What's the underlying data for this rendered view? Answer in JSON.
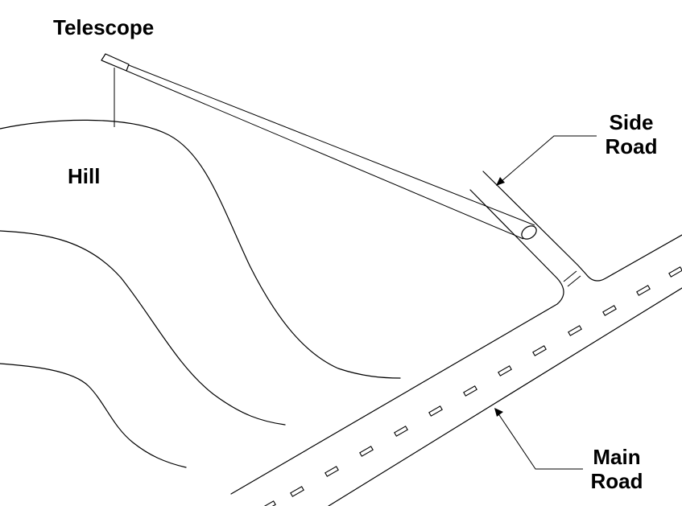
{
  "labels": {
    "telescope": "Telescope",
    "hill": "Hill",
    "side_road": [
      "Side",
      "Road"
    ],
    "main_road": [
      "Main",
      "Road"
    ]
  },
  "colors": {
    "line": "#000000",
    "background": "#ffffff"
  }
}
